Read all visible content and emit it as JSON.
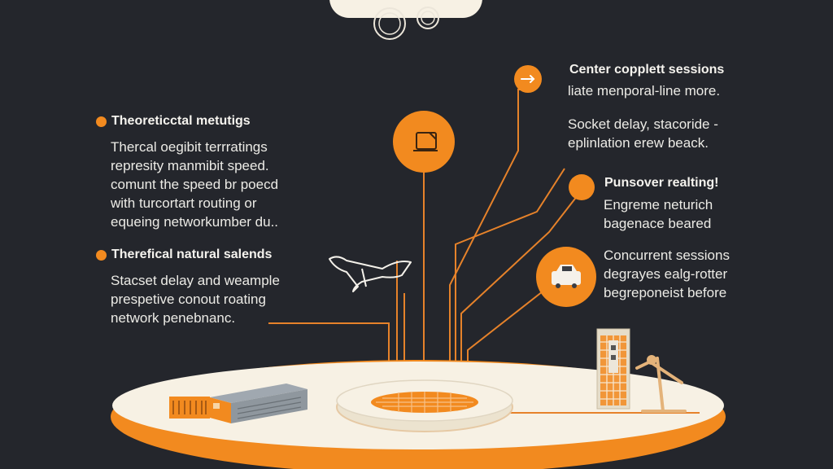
{
  "left": {
    "block1": {
      "heading": "Theoreticctal metutigs",
      "body": "Thercal oegibit terrratings\nrepresity manmibit speed.\ncomunt the speed br poecd\nwith turcortart routing or\nequeing networkumber du.."
    },
    "block2": {
      "heading": "Therefical natural salends",
      "body": "Stacset delay and weample\nprespetive conout roating\nnetwork penebnanc."
    }
  },
  "right": {
    "block1": {
      "heading": "Center copplett sessions",
      "body": "liate menporal-line more.",
      "body2": "Socket delay, stacoride -\neplinlation erew beack."
    },
    "block2": {
      "heading": "Punsover realting!",
      "body": "Engreme neturich\nbagenace beared",
      "body2": "Concurrent sessions\ndegrayes ealg-rotter\nbegreponeist before"
    }
  },
  "icons": {
    "top_node": "document-icon",
    "arrow_node": "arrow-right-icon",
    "plain_node": "circle-node",
    "car_node": "car-icon",
    "airplane": "airplane-icon"
  },
  "colors": {
    "background": "#24262c",
    "accent": "#f28a1f",
    "platform": "#f7f1e4",
    "text": "#ecebe6"
  }
}
